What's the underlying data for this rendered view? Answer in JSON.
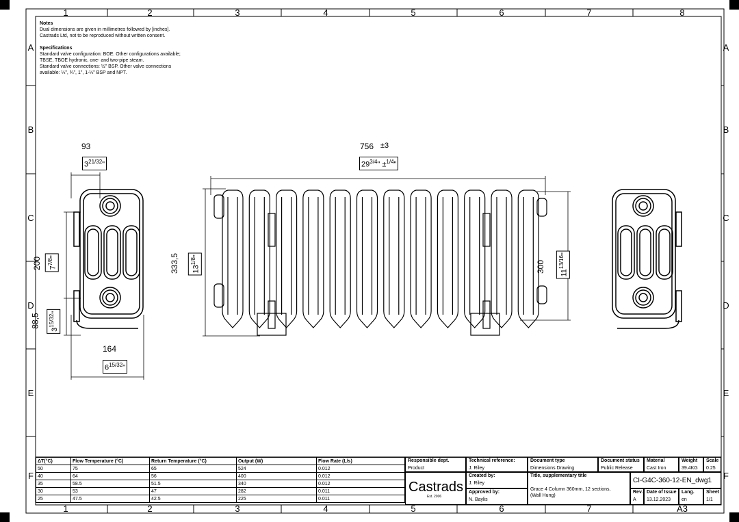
{
  "notes": {
    "heading": "Notes",
    "line1": "Dual dimensions are given in millimetres followed by [inches].",
    "line2": "Castrads Ltd, not to be reproduced without written consent.",
    "spec_heading": "Specifications",
    "spec1": "Standard valve configuration: BOE. Other configurations available;",
    "spec2": "TBSE, TBOE hydronic, one- and two-pipe steam.",
    "spec3": "Standard valve connections: ½\" BSP. Other valve connections",
    "spec4": "available: ¼\", ¾\", 1\", 1-¼\" BSP and NPT."
  },
  "grid": {
    "cols": [
      "1",
      "2",
      "3",
      "4",
      "5",
      "6",
      "7",
      "8"
    ],
    "rows": [
      "A",
      "B",
      "C",
      "D",
      "E",
      "F"
    ],
    "bottom_cols": [
      "1",
      "2",
      "3",
      "4",
      "5",
      "6",
      "7"
    ],
    "sheet_size": "A3"
  },
  "dims": {
    "side_depth_mm": "93",
    "side_depth_in_whole": "3",
    "side_depth_in_num": "21",
    "side_depth_in_den": "32",
    "side_width_mm": "164",
    "side_width_in_whole": "6",
    "side_width_in_num": "15",
    "side_width_in_den": "32",
    "centres_mm": "200",
    "centres_in_whole": "7",
    "centres_in_num": "7",
    "centres_in_den": "8",
    "floor_mm": "88,5",
    "floor_in_whole": "3",
    "floor_in_num": "15",
    "floor_in_den": "32",
    "length_mm": "756",
    "length_tol_mm": "±3",
    "length_in_whole": "29",
    "length_in_num": "3",
    "length_in_den": "4",
    "length_tol_in": "±",
    "length_tol_in_num": "1",
    "length_tol_in_den": "4",
    "height_mm": "333,5",
    "height_in_whole": "13",
    "height_in_num": "1",
    "height_in_den": "8",
    "section_height_mm": "300",
    "section_height_in_whole": "11",
    "section_height_in_num": "13",
    "section_height_in_den": "16",
    "inch_mark": "\""
  },
  "flow_table": {
    "headers": [
      "ΔT(°C)",
      "Flow Temperature (°C)",
      "Return Temperature (°C)",
      "Output (W)",
      "Flow Rate (L/s)"
    ],
    "rows": [
      [
        "50",
        "75",
        "65",
        "524",
        "0.012"
      ],
      [
        "40",
        "64",
        "56",
        "400",
        "0.012"
      ],
      [
        "35",
        "58.5",
        "51.5",
        "340",
        "0.012"
      ],
      [
        "30",
        "53",
        "47",
        "282",
        "0.011"
      ],
      [
        "25",
        "47.5",
        "42.5",
        "225",
        "0.011"
      ]
    ]
  },
  "title_block": {
    "resp_dept_label": "Responsible dept.",
    "resp_dept": "Product",
    "tech_ref_label": "Technical reference:",
    "tech_ref": "J. Riley",
    "doc_type_label": "Document type",
    "doc_type": "Dimensions Drawing",
    "doc_status_label": "Document status",
    "doc_status": "Public Release",
    "material_label": "Material",
    "material": "Cast Iron",
    "weight_label": "Weight",
    "weight": "39.4KG",
    "scale_label": "Scale",
    "scale": "0.25",
    "created_label": "Created by:",
    "created": "J. Riley",
    "approved_label": "Approved by:",
    "approved": "N. Baylis",
    "title_label": "Title, supplementary title",
    "title1": "Grace 4 Column 360mm, 12 sections,",
    "title2": "(Wall Hung)",
    "drawing_no": "CI-G4C-360-12-EN_dwg1",
    "rev_label": "Rev.",
    "rev": "A",
    "date_label": "Date of Issue",
    "date": "13.12.2023",
    "lang_label": "Lang.",
    "lang": "en",
    "sheet_label": "Sheet",
    "sheet": "1/1",
    "logo": "Castrads",
    "logo_sub": "Est. 2006"
  }
}
